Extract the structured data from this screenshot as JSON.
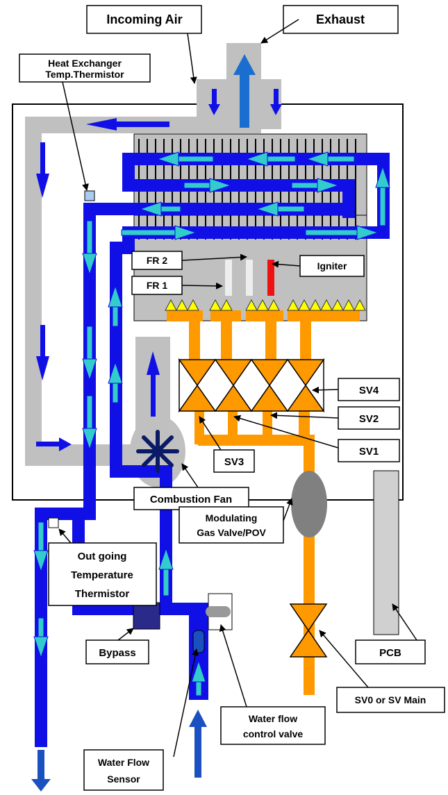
{
  "labels": {
    "incoming_air": "Incoming Air",
    "exhaust": "Exhaust",
    "heat_exchanger_line1": "Heat Exchanger",
    "heat_exchanger_line2": "Temp.Thermistor",
    "fr2": "FR 2",
    "fr1": "FR 1",
    "igniter": "Igniter",
    "sv4": "SV4",
    "sv2": "SV2",
    "sv1": "SV1",
    "sv3": "SV3",
    "combustion_fan": "Combustion Fan",
    "modulating_line1": "Modulating",
    "modulating_line2": "Gas Valve/POV",
    "bypass": "Bypass",
    "pcb": "PCB",
    "outgoing_line1": "Out going",
    "outgoing_line2": "Temperature",
    "outgoing_line3": "Thermistor",
    "sv0": "SV0 or SV Main",
    "wfcv_line1": "Water flow",
    "wfcv_line2": "control valve",
    "wfs_line1": "Water Flow",
    "wfs_line2": "Sensor"
  },
  "colors": {
    "water_pipe": "#1010e6",
    "flow_arrow": "#33cccc",
    "gas_pipe": "#ff9900",
    "air_duct": "#c0c0c0",
    "burner_flame": "#ffff00",
    "igniter": "#ee1111",
    "exhaust_arrow": "#1a6ecf",
    "valve_fill": "#ff9900",
    "gas_valve": "#808080",
    "bypass": "#2a2a8a",
    "fan": "#0a1a66",
    "thermistor": "#aaccee"
  }
}
